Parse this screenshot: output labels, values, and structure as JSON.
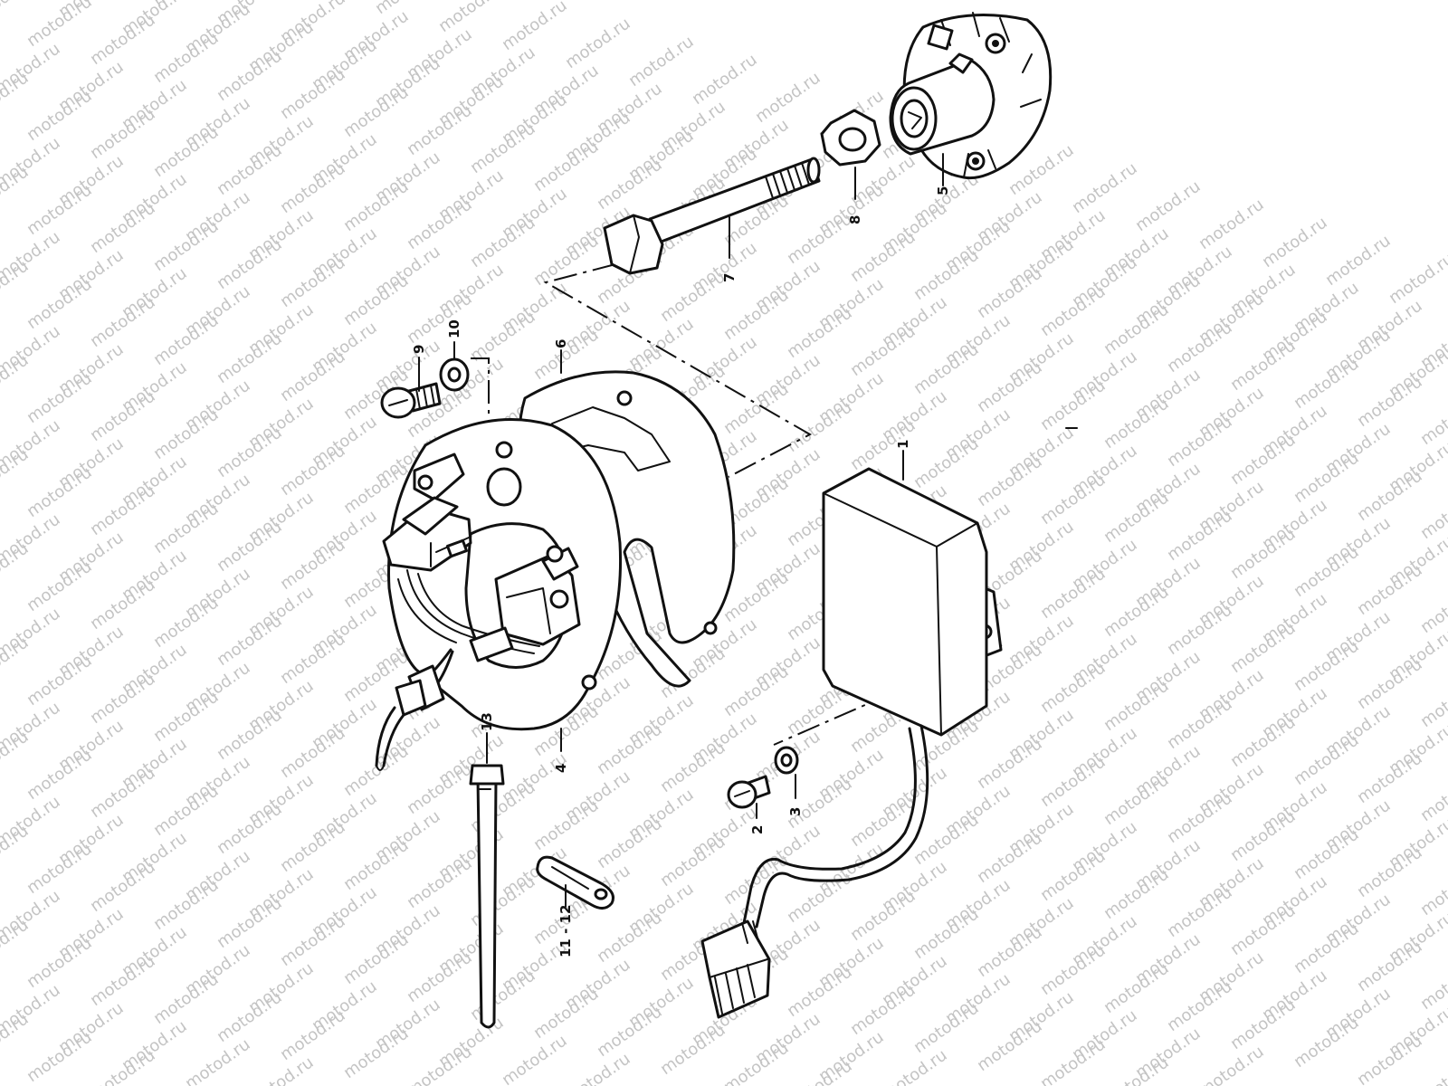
{
  "watermark": {
    "text": "motod.ru",
    "color": "#c4c4c4"
  },
  "diagram": {
    "labels": {
      "p1": "1",
      "p2": "2",
      "p3": "3",
      "p4": "4",
      "p5": "5",
      "p6": "6",
      "p7": "7",
      "p8": "8",
      "p9": "9",
      "p10": "10",
      "p11_12": "11 - 12",
      "p13": "13"
    }
  }
}
